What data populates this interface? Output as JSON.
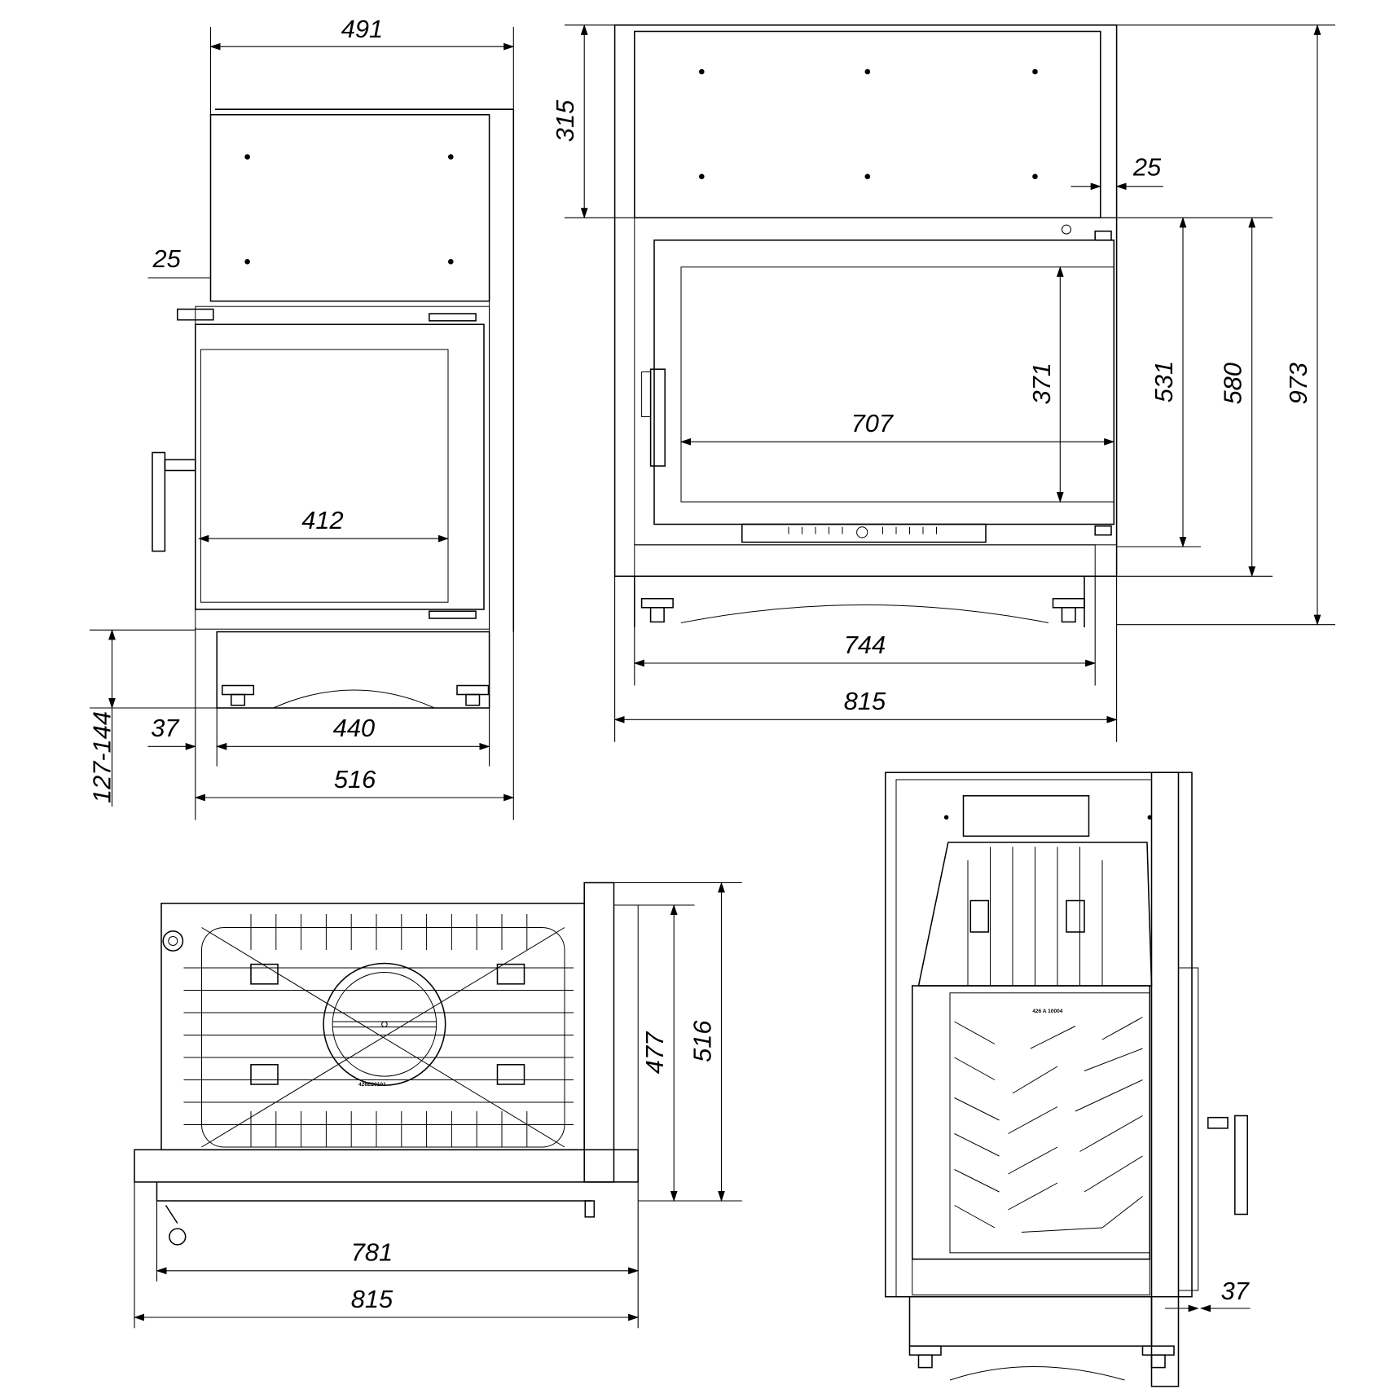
{
  "side_view": {
    "width_top": "491",
    "offset_top": "25",
    "glass_width": "412",
    "leg_height": "127-144",
    "leg_offset": "37",
    "base_width": "440",
    "depth": "516"
  },
  "front_view": {
    "top_height": "315",
    "top_offset": "25",
    "glass_width": "707",
    "glass_height": "371",
    "door_height": "531",
    "body_height": "580",
    "total_height": "973",
    "inner_width": "744",
    "total_width": "815"
  },
  "top_view": {
    "inner_depth": "477",
    "depth": "516",
    "inner_width": "781",
    "total_width": "815",
    "part_code": "426E20101"
  },
  "rear_view": {
    "offset": "37",
    "part_code": "426 A 10004"
  }
}
